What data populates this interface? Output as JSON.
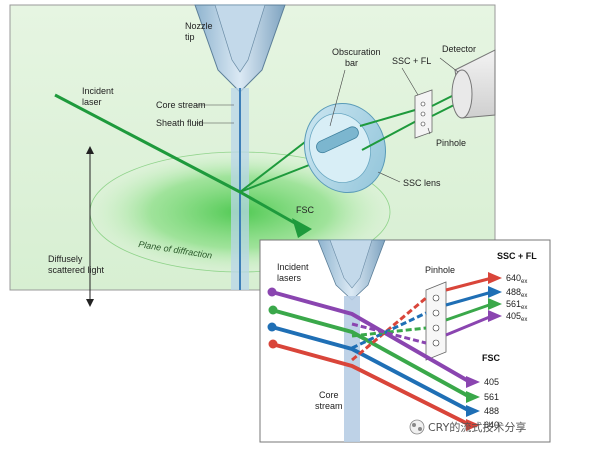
{
  "main_diagram": {
    "nozzle_label_1": "Nozzle",
    "nozzle_label_2": "tip",
    "incident_laser_1": "Incident",
    "incident_laser_2": "laser",
    "core_stream": "Core stream",
    "sheath_fluid": "Sheath fluid",
    "obscuration_1": "Obscuration",
    "obscuration_2": "bar",
    "ssc_fl": "SSC + FL",
    "detector": "Detector",
    "pinhole": "Pinhole",
    "ssc_lens": "SSC lens",
    "fsc": "FSC",
    "plane_of_diffraction": "Plane of diffraction",
    "diffuse_1": "Diffusely",
    "diffuse_2": "scattered light"
  },
  "inset": {
    "incident_1": "Incident",
    "incident_2": "lasers",
    "pinhole": "Pinhole",
    "ssc_fl": "SSC + FL",
    "fsc": "FSC",
    "core_1": "Core",
    "core_2": "stream",
    "ssc_outputs": [
      {
        "num": "640",
        "sub": "ex"
      },
      {
        "num": "488",
        "sub": "ex"
      },
      {
        "num": "561",
        "sub": "ex"
      },
      {
        "num": "405",
        "sub": "ex"
      }
    ],
    "fsc_outputs": [
      "405",
      "561",
      "488",
      "640"
    ]
  },
  "colors": {
    "laser_640": "#d9453a",
    "laser_488": "#1f6fb5",
    "laser_561": "#3aa84a",
    "laser_405": "#8a45b0",
    "main_laser": "#1e9a3c"
  },
  "watermark": "CRY的流式技术分享"
}
